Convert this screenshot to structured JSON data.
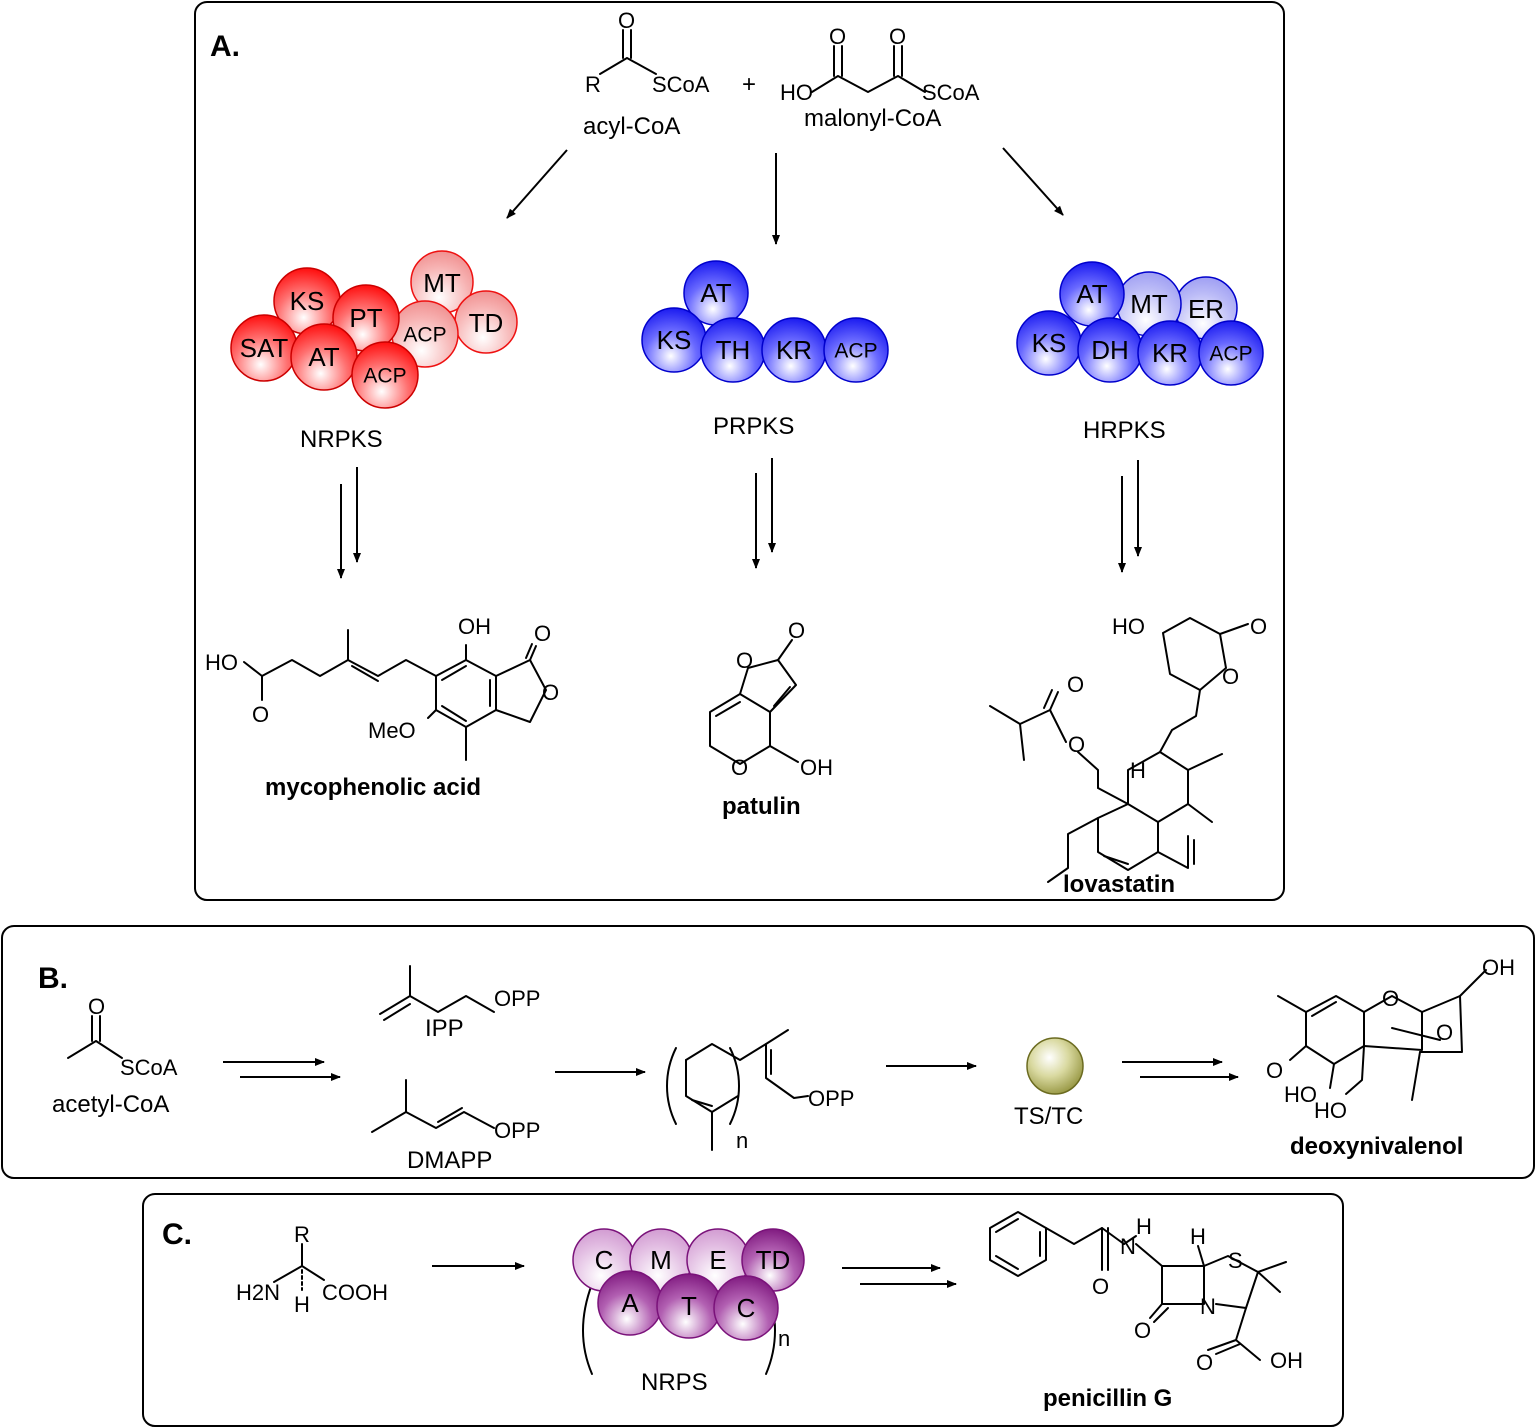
{
  "panel_a": {
    "label": "A.",
    "reactant_acyl_label": "acyl-CoA",
    "reactant_malonyl_label": "malonyl-CoA",
    "plus": "+",
    "atoms": {
      "o": "O",
      "r": "R",
      "scoa": "SCoA",
      "ho": "HO"
    },
    "nrpks": {
      "name": "NRPKS",
      "color_dark": "#ff1a1a",
      "color_light": "#f59a9a",
      "domains": [
        "MT",
        "KS",
        "PT",
        "TD",
        "SAT",
        "AT",
        "ACP",
        "ACP"
      ],
      "product": "mycophenolic acid",
      "product_atoms": {
        "oh": "OH",
        "ho": "HO",
        "o": "O",
        "meo": "MeO"
      }
    },
    "prpks": {
      "name": "PRPKS",
      "color": "#1f1fff",
      "domains": [
        "AT",
        "KS",
        "TH",
        "KR",
        "ACP"
      ],
      "product": "patulin",
      "product_atoms": {
        "o": "O",
        "oh": "OH"
      }
    },
    "hrpks": {
      "name": "HRPKS",
      "color_dark": "#1f1fff",
      "color_light": "#a9a9f5",
      "domains": [
        "AT",
        "MT",
        "ER",
        "KS",
        "DH",
        "KR",
        "ACP"
      ],
      "product": "lovastatin",
      "product_atoms": {
        "ho": "HO",
        "o": "O",
        "h": "H"
      }
    }
  },
  "panel_b": {
    "label": "B.",
    "start_label": "acetyl-CoA",
    "start_atoms": {
      "o": "O",
      "scoa": "SCoA"
    },
    "ipp_label": "IPP",
    "dmapp_label": "DMAPP",
    "opp": "OPP",
    "subscript_n": "n",
    "enzyme_label": "TS/TC",
    "enzyme_color": "#8f8f3a",
    "product": "deoxynivalenol",
    "product_atoms": {
      "oh": "OH",
      "o": "O",
      "ho": "HO"
    }
  },
  "panel_c": {
    "label": "C.",
    "start_atoms": {
      "r": "R",
      "h2n": "H2N",
      "h": "H",
      "cooh": "COOH"
    },
    "nrps": {
      "name": "NRPS",
      "color_dark": "#8b1f8b",
      "color_light": "#d9a6d9",
      "domains": [
        "C",
        "M",
        "E",
        "TD",
        "A",
        "T",
        "C"
      ],
      "subscript_n": "n"
    },
    "product": "penicillin G",
    "product_atoms": {
      "h": "H",
      "n": "N",
      "s": "S",
      "o": "O",
      "oh": "OH"
    }
  }
}
